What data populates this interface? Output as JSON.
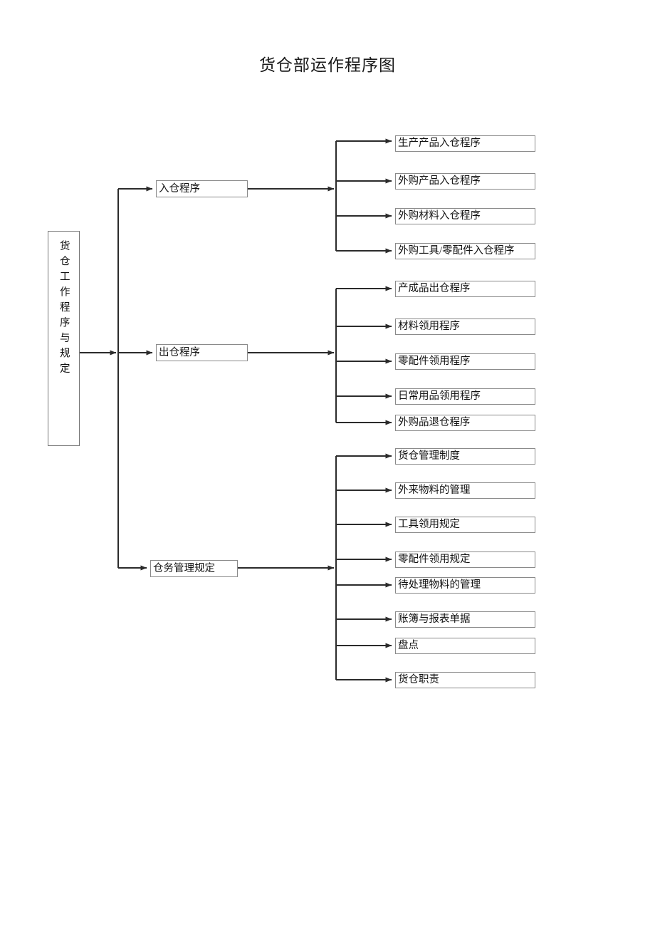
{
  "title": "货仓部运作程序图",
  "diagram": {
    "type": "tree-flowchart",
    "orientation": "left-to-right",
    "root": {
      "label": "货仓工作程序与规定",
      "text_direction": "vertical"
    },
    "branches": [
      {
        "label": "入仓程序",
        "children": [
          "生产产品入仓程序",
          "外购产品入仓程序",
          "外购材料入仓程序",
          "外购工具/零配件入仓程序"
        ]
      },
      {
        "label": "出仓程序",
        "children": [
          "产成品出仓程序",
          "材料领用程序",
          "零配件领用程序",
          "日常用品领用程序",
          "外购品退仓程序"
        ]
      },
      {
        "label": "仓务管理规定",
        "children": [
          "货仓管理制度",
          "外来物料的管理",
          "工具领用规定",
          "零配件领用规定",
          "待处理物料的管理",
          "账簿与报表单据",
          "盘点",
          "货仓职责"
        ]
      }
    ]
  },
  "colors": {
    "page_background": "#ffffff",
    "box_border": "#8a8a8a",
    "connector": "#2b2b2b",
    "text": "#111111"
  }
}
